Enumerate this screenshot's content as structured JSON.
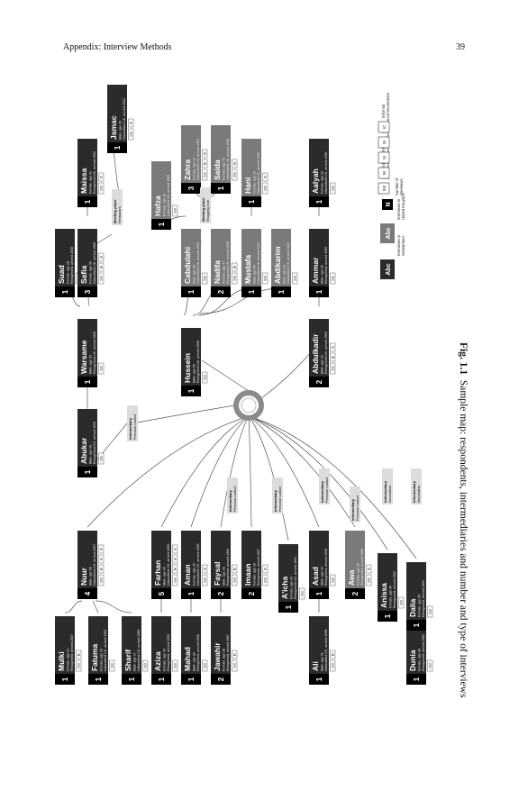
{
  "header": {
    "title": "Appendix: Interview Methods",
    "page": "39"
  },
  "caption": {
    "label": "Fig. 1.1",
    "text": "Sample map: respondents, intermediaries and number and type of interviews"
  },
  "colors": {
    "ch": "#2b2b2b",
    "uk": "#7a7a7a",
    "inter": "#dcdcdc",
    "line": "#555555",
    "hub": "#8a8a8a"
  },
  "legend": {
    "ch_label": "Interviews in Switzerland",
    "uk_label": "Interviews in United Kingdom",
    "num_label": "Number of interviews",
    "abc": "Abc",
    "num": "N",
    "types": [
      {
        "code": "SSI",
        "label": "Semi-structured interview"
      },
      {
        "code": "BI",
        "label": "Biographic interview"
      },
      {
        "code": "SI",
        "label": "Spatial interview"
      },
      {
        "code": "GI",
        "label": "Group interview"
      },
      {
        "code": "IC",
        "label": "Informal communication"
      }
    ]
  },
  "nodes": [
    {
      "id": "abukar",
      "name": "Abukar",
      "info": "Male, age 48 | Recognised CH, arrived 1990",
      "n": "1",
      "tags": [
        "SSI"
      ],
      "kind": "ch"
    },
    {
      "id": "warsame",
      "name": "Warsame",
      "info": "Male, age 59 | Recognised UK, arrived 2006",
      "n": "1",
      "tags": [
        "SSI"
      ],
      "kind": "ch"
    },
    {
      "id": "suad",
      "name": "Suad",
      "info": "Female, age 28 | Recognised, arrived 2008",
      "n": "1",
      "tags": [
        "SSI"
      ],
      "kind": "ch"
    },
    {
      "id": "safia",
      "name": "Safia",
      "info": "Female, age 50 | Naturalised UK, arrived 1989",
      "n": "3",
      "tags": [
        "SSI",
        "BI",
        "SI"
      ],
      "kind": "ch"
    },
    {
      "id": "maissa",
      "name": "Maissa",
      "info": "Female, age 42 | Recognised UK, arrived 1992",
      "n": "1",
      "tags": [
        "SSI",
        "IC"
      ],
      "kind": "ch"
    },
    {
      "id": "jamac",
      "name": "Jamac",
      "info": "Male, age 49 | Naturalised UK, arrived 2002",
      "n": "1",
      "tags": [
        "SSI",
        "IC"
      ],
      "kind": "ch"
    },
    {
      "id": "hussein",
      "name": "Hussein",
      "info": "Male, age 55 | Recognised UK, arrived 2008",
      "n": "1",
      "tags": [
        "SSI"
      ],
      "kind": "ch"
    },
    {
      "id": "cabdulahi",
      "name": "Cabdulahi",
      "info": "Male, age 38 | Naturalised UK, arrived 1990",
      "n": "1",
      "tags": [
        "SSI"
      ],
      "kind": "uk"
    },
    {
      "id": "hafza",
      "name": "Hafza",
      "info": "Female, age 28 | Naturalised UK, arrived 1988",
      "n": "1",
      "tags": [
        "SSI"
      ],
      "kind": "uk"
    },
    {
      "id": "zahra",
      "name": "Zahra",
      "info": "Female, age 42 | Naturalised UK, arrived 1992",
      "n": "3",
      "tags": [
        "SSI",
        "BI",
        "GI"
      ],
      "kind": "uk"
    },
    {
      "id": "saida",
      "name": "Saida",
      "info": "Female, age 40 | Naturalised UK, arrived 1998",
      "n": "1",
      "tags": [
        "SSI",
        "GI"
      ],
      "kind": "uk"
    },
    {
      "id": "nadifa",
      "name": "Nadifa",
      "info": "Female, age 47 | Recognised UK, arrived 1995",
      "n": "2",
      "tags": [
        "SSI",
        "BI"
      ],
      "kind": "uk"
    },
    {
      "id": "mustafa",
      "name": "Mustafa",
      "info": "Male, age 50 | Naturalised UK, arrived 2002",
      "n": "1",
      "tags": [
        "SSI"
      ],
      "kind": "uk"
    },
    {
      "id": "hani",
      "name": "Hani",
      "info": "Female, age 43 | Naturalised UK, arrived 1999",
      "n": "1",
      "tags": [
        "SSI",
        "IC"
      ],
      "kind": "uk"
    },
    {
      "id": "abdikarim",
      "name": "Abdikarim",
      "info": "Male, age 39 | Naturalised CH, arrived 2002",
      "n": "1",
      "tags": [
        "SSI"
      ],
      "kind": "uk"
    },
    {
      "id": "abdulkadir",
      "name": "Abdulkadir",
      "info": "Male, age 33 | Recognised CH, arrived 1992",
      "n": "2",
      "tags": [
        "SSI",
        "BI",
        "IC"
      ],
      "kind": "ch"
    },
    {
      "id": "ammar",
      "name": "Ammar",
      "info": "Male, age 36 | Recognised, arrived 1999",
      "n": "1",
      "tags": [
        "SSI"
      ],
      "kind": "ch"
    },
    {
      "id": "aalyah",
      "name": "Aalyah",
      "info": "Female, age 32 | Naturalised CH, arrived 2006",
      "n": "1",
      "tags": [
        "SSI"
      ],
      "kind": "ch"
    },
    {
      "id": "nuur",
      "name": "Nuur",
      "info": "Male, age 50 | Naturalised CH, arrived 1997",
      "n": "4",
      "tags": [
        "SSI",
        "BI",
        "SI",
        "IC"
      ],
      "kind": "ch"
    },
    {
      "id": "mulki",
      "name": "Mulki",
      "info": "Female, age 24 | Recognised, arrived 2007",
      "n": "1",
      "tags": [
        "SSI",
        "BI"
      ],
      "kind": "ch"
    },
    {
      "id": "fatuma",
      "name": "Fatuma",
      "info": "Female, age 42 | Naturalised CH, arrived 1992",
      "n": "1",
      "tags": [
        "SSI"
      ],
      "kind": "ch"
    },
    {
      "id": "sharif",
      "name": "Sharif",
      "info": "Male, age 37 | Naturalised CH, arrived 1986",
      "n": "1",
      "tags": [
        "SSI"
      ],
      "kind": "ch"
    },
    {
      "id": "farhan",
      "name": "Farhan",
      "info": "Male, age 40 | Naturalised CH, arrived 1990",
      "n": "5",
      "tags": [
        "SSI",
        "BI",
        "SI",
        "IC"
      ],
      "kind": "ch"
    },
    {
      "id": "aziza",
      "name": "Aziza",
      "info": "Female, age 36 | Recognised, arrived 1993",
      "n": "1",
      "tags": [
        "SSI"
      ],
      "kind": "ch"
    },
    {
      "id": "aman",
      "name": "Aman",
      "info": "Female, age 35 | Naturalised CH, arrived 1995",
      "n": "1",
      "tags": [
        "SSI",
        "IC"
      ],
      "kind": "ch"
    },
    {
      "id": "mahad",
      "name": "Mahad",
      "info": "Male, age 28 | Recognised, arrived 2008",
      "n": "1",
      "tags": [
        "SSI"
      ],
      "kind": "ch"
    },
    {
      "id": "faysal",
      "name": "Faysal",
      "info": "Male, age 28 | Recognised, arrived 1990",
      "n": "2",
      "tags": [
        "SSI",
        "BI"
      ],
      "kind": "ch"
    },
    {
      "id": "jawahir",
      "name": "Jawahir",
      "info": "Female, age 38 | Recognised, arrived 1997",
      "n": "2",
      "tags": [
        "SSI",
        "BI"
      ],
      "kind": "ch"
    },
    {
      "id": "imaan",
      "name": "Imaan",
      "info": "Female, age 30 | Recognised, arrived 1997",
      "n": "2",
      "tags": [
        "SSI",
        "IC"
      ],
      "kind": "ch"
    },
    {
      "id": "aicha",
      "name": "A'icha",
      "info": "Female, age 40 | Recognised CH, arrived 1991",
      "n": "1",
      "tags": [
        "SSI"
      ],
      "kind": "ch"
    },
    {
      "id": "ali",
      "name": "Ali",
      "info": "Male, age 41 | Naturalised CH, arrived 1998",
      "n": "1",
      "tags": [
        "SSI",
        "BI"
      ],
      "kind": "ch"
    },
    {
      "id": "asad",
      "name": "Asad",
      "info": "Male, age 44 | Recognised, arrived 2008",
      "n": "1",
      "tags": [
        "SSI"
      ],
      "kind": "ch"
    },
    {
      "id": "awa",
      "name": "Awa",
      "info": "Female, age 35 | Recognised, arrived 1988",
      "n": "2",
      "tags": [
        "SSI",
        "IC"
      ],
      "kind": "uk"
    },
    {
      "id": "anissa",
      "name": "Anissa",
      "info": "Female, age 50 | Recognised, arrived 1992",
      "n": "1",
      "tags": [
        "SSI"
      ],
      "kind": "ch"
    },
    {
      "id": "dunia",
      "name": "Dunia",
      "info": "Female, age 38 | Recognised, arrived 1992",
      "n": "1",
      "tags": [
        "SSI"
      ],
      "kind": "ch"
    },
    {
      "id": "dalia",
      "name": "Dalia",
      "info": "Female, age 50 | Recognised, arrived 1994",
      "n": "1",
      "tags": [
        "SSI"
      ],
      "kind": "ch"
    }
  ],
  "intermediaries": [
    {
      "id": "i_abukar",
      "title": "Intermediary",
      "sub": "Personal contact"
    },
    {
      "id": "i_safia",
      "title": "Meeting place",
      "sub": "Restaurant"
    },
    {
      "id": "i_zahra",
      "title": "Meeting place",
      "sub": "Shopping mall"
    },
    {
      "id": "i_faysal",
      "title": "Intermediary",
      "sub": "Personal contact"
    },
    {
      "id": "i_imaan",
      "title": "Intermediary",
      "sub": "Personal contact"
    },
    {
      "id": "i_asad",
      "title": "Intermediary",
      "sub": "Personal contact"
    },
    {
      "id": "i_awa",
      "title": "Intermediary",
      "sub": "Personal contact"
    },
    {
      "id": "i_anissa",
      "title": "Intermediary",
      "sub": "Association"
    },
    {
      "id": "i_dalia",
      "title": "Intermediary",
      "sub": "Association"
    }
  ]
}
